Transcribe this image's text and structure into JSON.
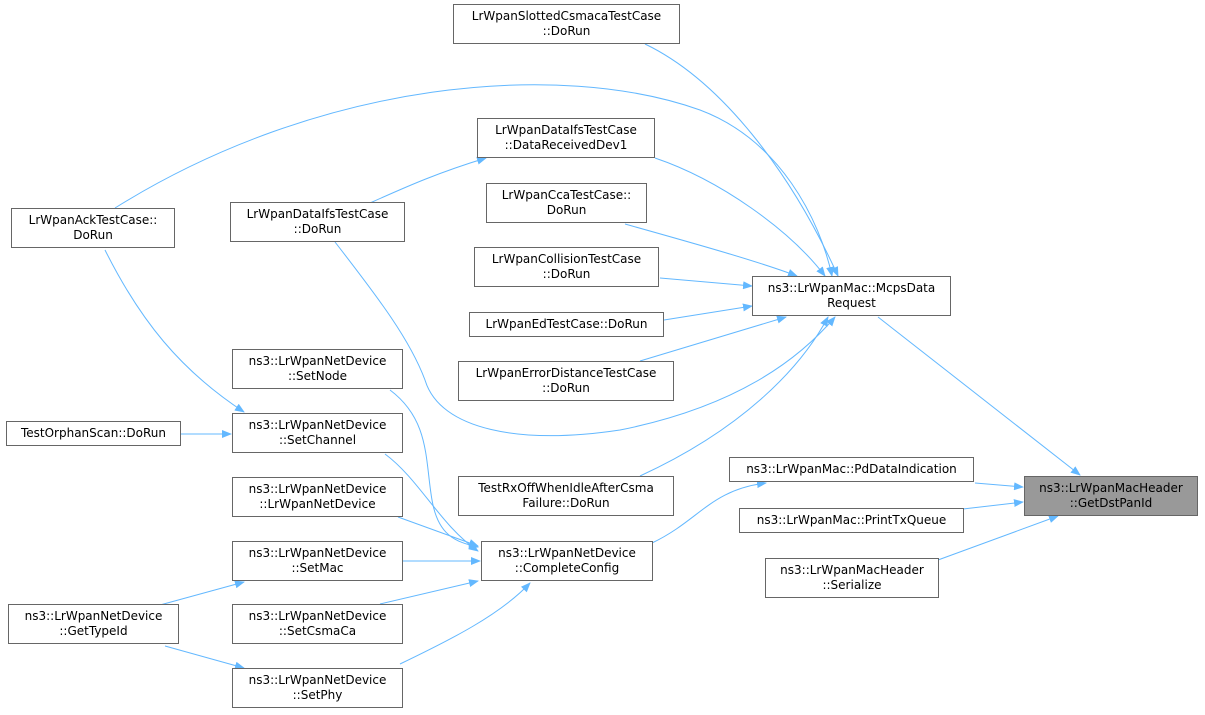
{
  "colors": {
    "edge": "#63b8ff",
    "node_border": "#666666",
    "focus_fill": "#999999"
  },
  "nodes": {
    "getdstpanid": {
      "line1": "ns3::LrWpanMacHeader",
      "line2": "::GetDstPanId"
    },
    "mcpsdatarequest": {
      "line1": "ns3::LrWpanMac::McpsData",
      "line2": "Request"
    },
    "pddataindication": {
      "line1": "ns3::LrWpanMac::PdDataIndication",
      "line2": ""
    },
    "printtxqueue": {
      "line1": "ns3::LrWpanMac::PrintTxQueue",
      "line2": ""
    },
    "serialize": {
      "line1": "ns3::LrWpanMacHeader",
      "line2": "::Serialize"
    },
    "slottedcsmaca": {
      "line1": "LrWpanSlottedCsmacaTestCase",
      "line2": "::DoRun"
    },
    "datareceiveddev1": {
      "line1": "LrWpanDataIfsTestCase",
      "line2": "::DataReceivedDev1"
    },
    "ccatestcase": {
      "line1": "LrWpanCcaTestCase::",
      "line2": "DoRun"
    },
    "collision": {
      "line1": "LrWpanCollisionTestCase",
      "line2": "::DoRun"
    },
    "edtestcase": {
      "line1": "LrWpanEdTestCase::DoRun",
      "line2": ""
    },
    "errordistance": {
      "line1": "LrWpanErrorDistanceTestCase",
      "line2": "::DoRun"
    },
    "rxoffwhenidle": {
      "line1": "TestRxOffWhenIdleAfterCsma",
      "line2": "Failure::DoRun"
    },
    "acktestcase": {
      "line1": "LrWpanAckTestCase::",
      "line2": "DoRun"
    },
    "dataifsdorun": {
      "line1": "LrWpanDataIfsTestCase",
      "line2": "::DoRun"
    },
    "completeconfig": {
      "line1": "ns3::LrWpanNetDevice",
      "line2": "::CompleteConfig"
    },
    "setnode": {
      "line1": "ns3::LrWpanNetDevice",
      "line2": "::SetNode"
    },
    "setchannel": {
      "line1": "ns3::LrWpanNetDevice",
      "line2": "::SetChannel"
    },
    "lrwpannetdevice": {
      "line1": "ns3::LrWpanNetDevice",
      "line2": "::LrWpanNetDevice"
    },
    "setmac": {
      "line1": "ns3::LrWpanNetDevice",
      "line2": "::SetMac"
    },
    "setcsmaca": {
      "line1": "ns3::LrWpanNetDevice",
      "line2": "::SetCsmaCa"
    },
    "setphy": {
      "line1": "ns3::LrWpanNetDevice",
      "line2": "::SetPhy"
    },
    "orphanscan": {
      "line1": "TestOrphanScan::DoRun",
      "line2": ""
    },
    "gettypeid": {
      "line1": "ns3::LrWpanNetDevice",
      "line2": "::GetTypeId"
    }
  }
}
